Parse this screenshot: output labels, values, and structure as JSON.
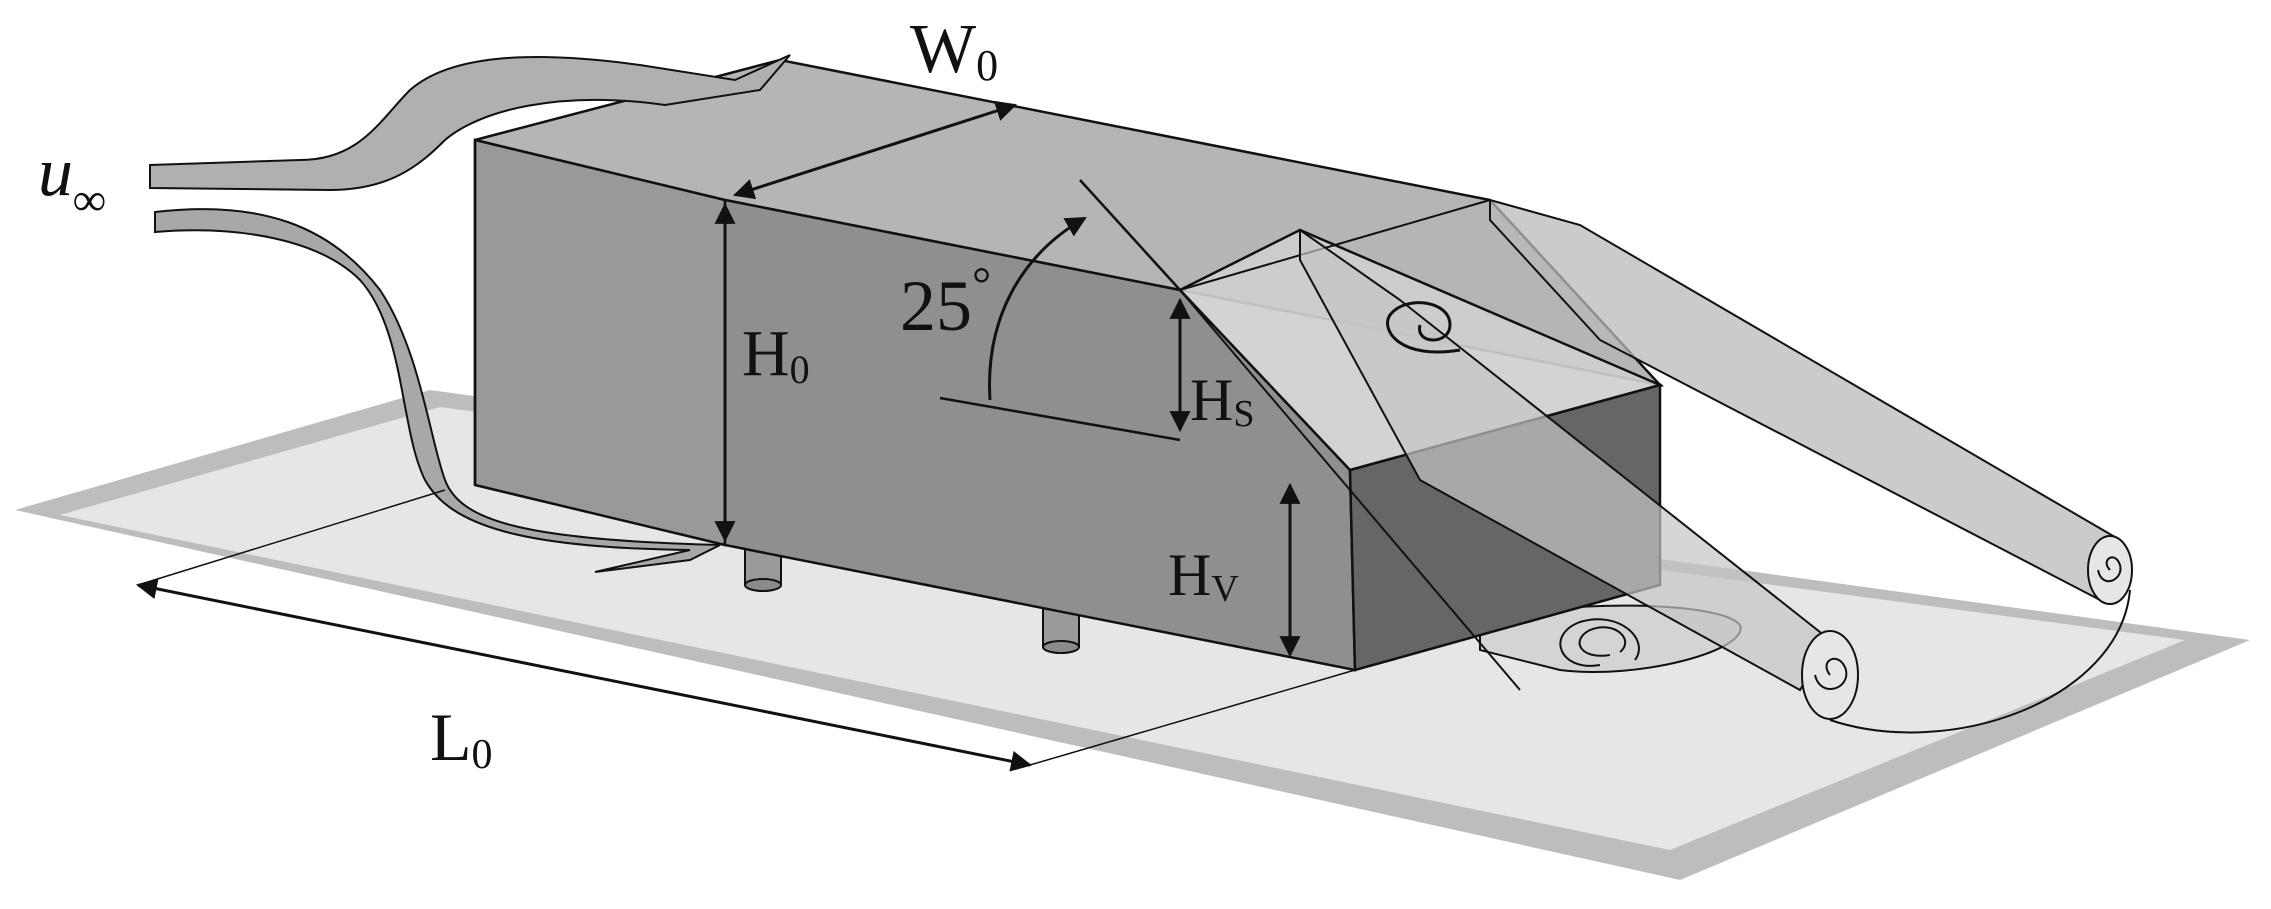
{
  "labels": {
    "freestream_symbol": "u",
    "freestream_subscript": "∞",
    "width_main": "W",
    "width_sub": "0",
    "height_main": "H",
    "height_sub": "0",
    "slant_main": "H",
    "slant_sub": "S",
    "vertical_main": "H",
    "vertical_sub": "V",
    "length_main": "L",
    "length_sub": "0",
    "angle_value": "25",
    "angle_unit": "°"
  }
}
